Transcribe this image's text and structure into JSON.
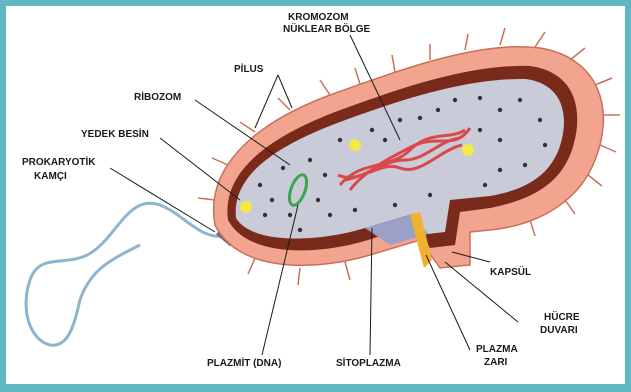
{
  "labels": {
    "kromozom_line1": "KROMOZOM",
    "kromozom_line2": "NÜKLEAR BÖLGE",
    "pilus": "PİLUS",
    "ribozom": "RİBOZOM",
    "yedek_besin": "YEDEK BESİN",
    "prokaryotik_line1": "PROKARYOTİK",
    "prokaryotik_line2": "KAMÇI",
    "kapsul": "KAPSÜL",
    "hucre_line1": "HÜCRE",
    "hucre_line2": "DUVARI",
    "plazma_line1": "PLAZMA",
    "plazma_line2": "ZARI",
    "sitoplazma": "SİTOPLAZMA",
    "plazmit": "PLAZMİT (DNA)"
  },
  "colors": {
    "border": "#5fb8c4",
    "capsule": "#f2a48e",
    "cell_wall": "#8a2a1a",
    "cytoplasm": "#c9ccd8",
    "chromosome": "#d84a4a",
    "plasmid": "#3aa84a",
    "storage": "#f4e84a",
    "ribosome": "#333333",
    "membrane": "#f0b030"
  }
}
